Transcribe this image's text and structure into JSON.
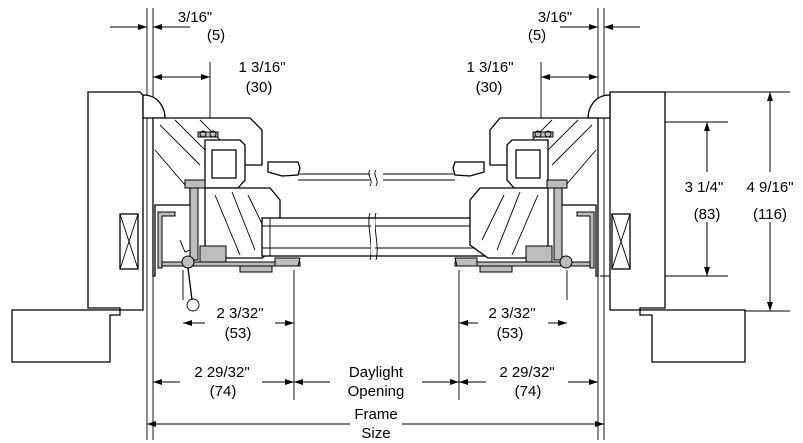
{
  "labels": {
    "left_edge_frac": "3/16\"",
    "left_edge_mm": "(5)",
    "right_edge_frac": "3/16\"",
    "right_edge_mm": "(5)",
    "left_sash_frac": "1 3/16\"",
    "left_sash_mm": "(30)",
    "right_sash_frac": "1 3/16\"",
    "right_sash_mm": "(30)",
    "left_sightline_frac": "2 3/32\"",
    "left_sightline_mm": "(53)",
    "right_sightline_frac": "2 3/32\"",
    "right_sightline_mm": "(53)",
    "left_frame_frac": "2 29/32\"",
    "left_frame_mm": "(74)",
    "right_frame_frac": "2 29/32\"",
    "right_frame_mm": "(74)",
    "daylight_line1": "Daylight",
    "daylight_line2": "Opening",
    "frame_size_line1": "Frame",
    "frame_size_line2": "Size",
    "depth_inner_frac": "3 1/4\"",
    "depth_inner_mm": "(83)",
    "depth_outer_frac": "4 9/16\"",
    "depth_outer_mm": "(116)"
  }
}
